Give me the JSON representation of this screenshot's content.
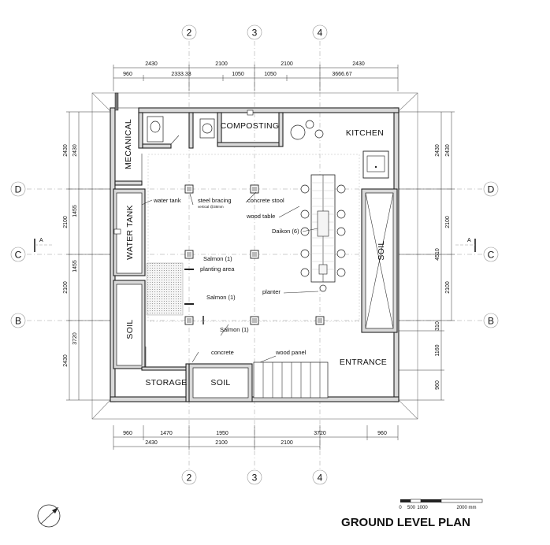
{
  "title": "GROUND LEVEL PLAN",
  "grid": {
    "columns": [
      "2",
      "3",
      "4"
    ],
    "rows": [
      "D",
      "C",
      "B"
    ]
  },
  "section_marker": "A",
  "scale_bar": {
    "labels": [
      "0",
      "500",
      "1000",
      "2000 mm"
    ]
  },
  "dimensions": {
    "top_outer": [
      "2430",
      "2100",
      "2100",
      "2430"
    ],
    "top_inner": [
      "960",
      "2333.33",
      "1050",
      "1050",
      "3666.67"
    ],
    "bottom_inner": [
      "960",
      "1470",
      "1950",
      "3720",
      "960"
    ],
    "bottom_outer": [
      "2430",
      "2100",
      "2100"
    ],
    "left_outer": [
      "2430",
      "2100",
      "2100",
      "2430"
    ],
    "left_inner": [
      "2430",
      "1455",
      "1455",
      "3720"
    ],
    "right_outer": [
      "2430",
      "2100",
      "2100"
    ],
    "right_inner": [
      "2430",
      "4510",
      "310",
      "1160",
      "960"
    ]
  },
  "rooms": {
    "mecanical": "MECANICAL",
    "composting": "COMPOSTING",
    "kitchen": "KITCHEN",
    "water_tank": "WATER TANK",
    "soil_left": "SOIL",
    "soil_right": "SOIL",
    "soil_bottom": "SOIL",
    "storage": "STORAGE",
    "entrance": "ENTRANCE"
  },
  "labels": {
    "water_tank": "water tank",
    "steel_bracing": "steel bracing",
    "bracing_note": "vertical @38mm",
    "concrete_stool": "concrete stool",
    "wood_table": "wood table",
    "daikon": "Daikon (6)",
    "salmon_1": "Salmon (1)",
    "planting_area": "planting area",
    "planter": "planter",
    "salmon_2": "Salmon (1)",
    "salmon_3": "Salmon (1)",
    "concrete": "concrete",
    "wood_panel": "wood panel"
  }
}
